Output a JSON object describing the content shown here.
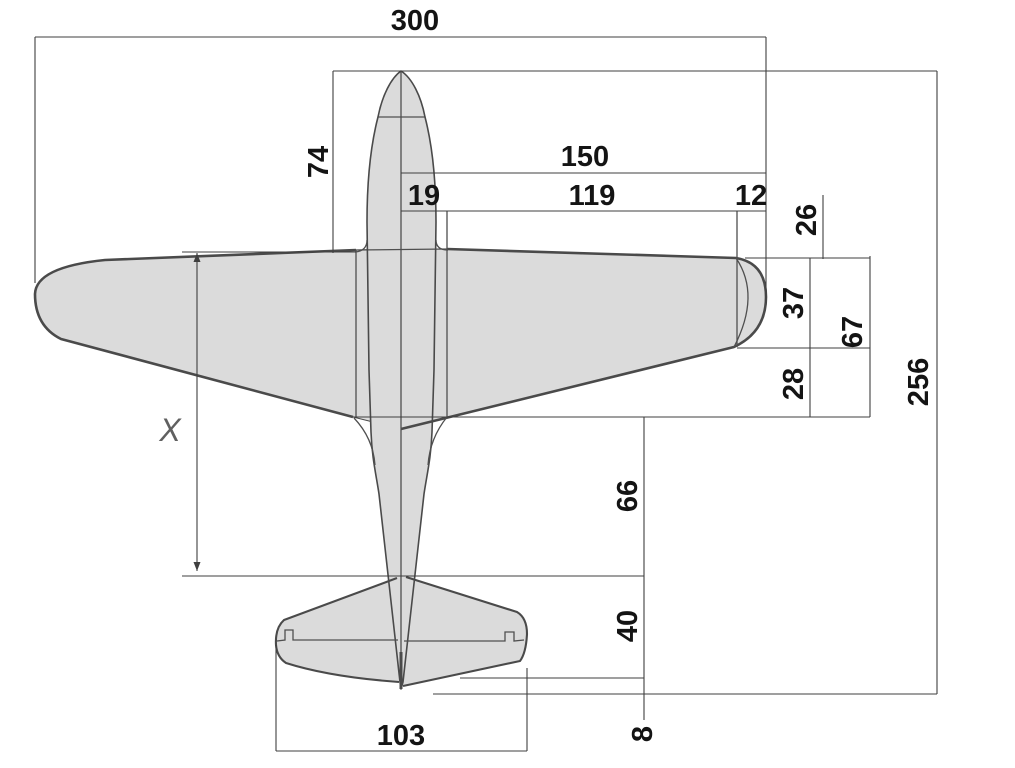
{
  "figure": {
    "description": "Dimensioned top-view plan drawing of a single-engine biplane-style model airplane (wing, fuselage, tailplane) with linear dimension chains and one unknown dimension X"
  },
  "colors": {
    "background": "#ffffff",
    "shape_fill": "#dbdbdb",
    "outline": "#4a4a4a",
    "dim_line": "#3f3f3f",
    "dim_text": "#141414",
    "x_text": "#606060"
  },
  "dims": {
    "d300": "300",
    "d74": "74",
    "d150": "150",
    "d19": "19",
    "d119": "119",
    "d12": "12",
    "d26": "26",
    "d37": "37",
    "d67": "67",
    "d28": "28",
    "d256": "256",
    "d66": "66",
    "d40": "40",
    "d8": "8",
    "d103": "103",
    "dX": "X"
  },
  "annotations": [
    {
      "label": "300",
      "orientation": "horizontal",
      "measures": "overall wingspan, top edge"
    },
    {
      "label": "74",
      "orientation": "vertical",
      "measures": "nose tip to wing leading edge"
    },
    {
      "label": "150",
      "orientation": "horizontal",
      "measures": "centerline to right wing tip"
    },
    {
      "label": "19",
      "orientation": "horizontal",
      "measures": "centerline to wing root rib"
    },
    {
      "label": "119",
      "orientation": "horizontal",
      "measures": "root rib to tip rib"
    },
    {
      "label": "12",
      "orientation": "horizontal",
      "measures": "tip rib to wing tip extreme"
    },
    {
      "label": "26",
      "orientation": "vertical",
      "measures": "offset above tip leading edge"
    },
    {
      "label": "37",
      "orientation": "vertical",
      "measures": "wing tip chord"
    },
    {
      "label": "28",
      "orientation": "vertical",
      "measures": "tip trailing edge to root trailing edge"
    },
    {
      "label": "67",
      "orientation": "vertical",
      "measures": "tip leading edge to root trailing edge"
    },
    {
      "label": "256",
      "orientation": "vertical",
      "measures": "overall length, nose to tail"
    },
    {
      "label": "66",
      "orientation": "vertical",
      "measures": "wing trailing edge to stabilizer leading edge"
    },
    {
      "label": "40",
      "orientation": "vertical",
      "measures": "stabilizer chord"
    },
    {
      "label": "8",
      "orientation": "vertical",
      "measures": "stabilizer trailing edge to tail end"
    },
    {
      "label": "103",
      "orientation": "horizontal",
      "measures": "stabilizer span"
    },
    {
      "label": "X",
      "orientation": "vertical",
      "measures": "unknown: wing leading edge to stabilizer leading edge"
    }
  ]
}
